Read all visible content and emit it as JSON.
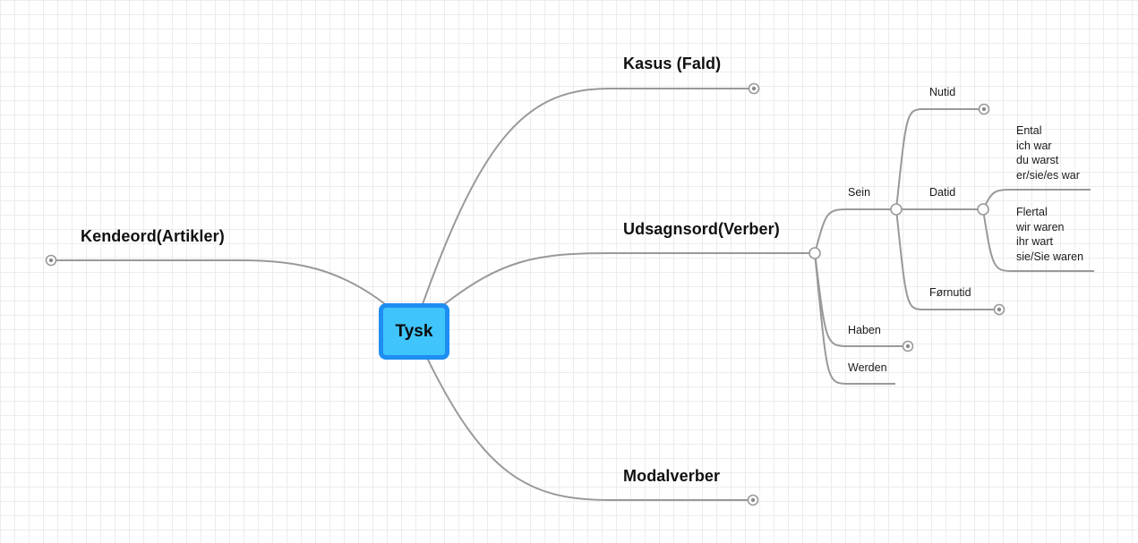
{
  "root": {
    "label": "Tysk",
    "border_color": "#1e8ef2",
    "fill_color": "#3fc4fb"
  },
  "branches": {
    "kasus": "Kasus (Fald)",
    "kendeord": "Kendeord(Artikler)",
    "udsagnsord": "Udsagnsord(Verber)",
    "modalverber": "Modalverber"
  },
  "verber": {
    "sein": "Sein",
    "haben": "Haben",
    "werden": "Werden"
  },
  "sein_tenses": {
    "nutid": "Nutid",
    "datid": "Datid",
    "fornutid": "Førnutid"
  },
  "datid_forms": {
    "ental": {
      "heading": "Ental",
      "lines": [
        "ich war",
        "du warst",
        "er/sie/es war"
      ]
    },
    "flertal": {
      "heading": "Flertal",
      "lines": [
        "wir waren",
        "ihr wart",
        "sie/Sie waren"
      ]
    }
  },
  "colors": {
    "edge": "#999999",
    "grid": "#ececec"
  },
  "icons": {
    "collapse": "collapse-handle-icon",
    "branch": "branch-knob-icon"
  }
}
